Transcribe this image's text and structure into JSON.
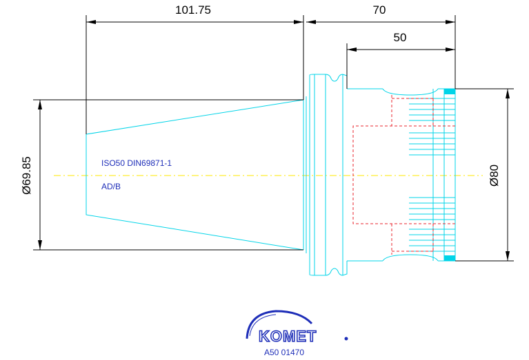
{
  "dimensions": {
    "length_taper": "101.75",
    "length_total_right": "70",
    "length_bore": "50",
    "diameter_taper": "Ø69.85",
    "diameter_body": "Ø80"
  },
  "annotations": {
    "standard": "ISO50 DIN69871-1",
    "variant": "AD/B"
  },
  "logo": {
    "brand": "KOMET",
    "article_number": "A50 01470"
  },
  "colors": {
    "outline": "#00d4e8",
    "centerline": "#ffe800",
    "hidden": "#e8232b",
    "dimension": "#000000",
    "text": "#1e2eb8"
  }
}
